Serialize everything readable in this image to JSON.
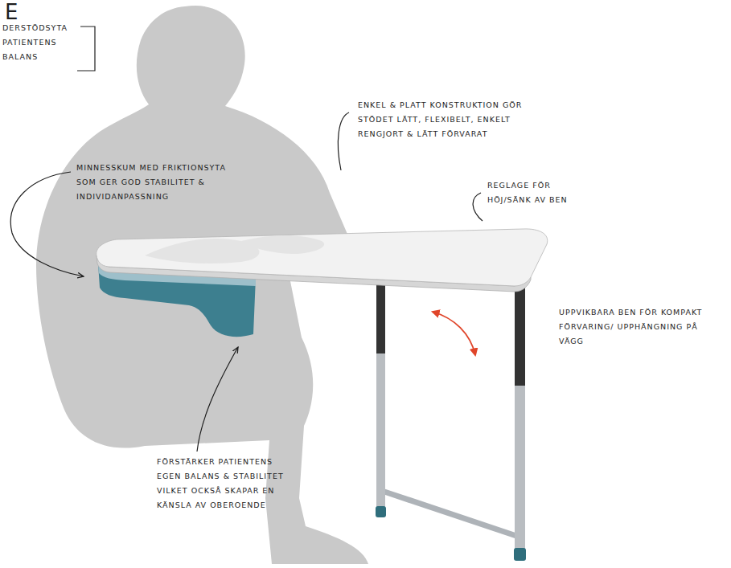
{
  "diagram": {
    "title": "E",
    "labels": [
      "DERSTÖDSYTA PATIENTENS BALANS",
      "ENKEL & PLATT KONSTRUKTION GÖR STÖDET LÄTT, FLEXIBELT, ENKELT RENGJORT & LÄTT FÖRVARAT",
      "MINNESSKUM MED FRIKTIONSYTA SOM GER GOD STABILITET & INDIVIDANPASSNING",
      "REGLAGE FÖR HÖJ/SÄNK AV BEN",
      "UPPVIKBARA BEN FÖR KOMPAKT FÖRVARING/ UPPHÄNGNING PÅ VÄGG",
      "FÖRSTÄRKER PATIENTENS EGEN BALANS & STABILITET VILKET OCKSÅ SKAPAR EN KÄNSLA AV OBEROENDE"
    ]
  }
}
